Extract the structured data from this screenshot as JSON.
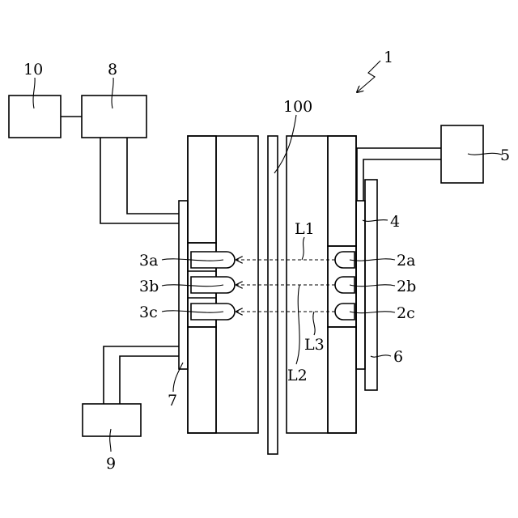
{
  "labels": {
    "device": "1",
    "emitter_a": "2a",
    "emitter_b": "2b",
    "emitter_c": "2c",
    "receiver_a": "3a",
    "receiver_b": "3b",
    "receiver_c": "3c",
    "board_right": "4",
    "unit_5": "5",
    "plate_6": "6",
    "board_left": "7",
    "unit_8": "8",
    "unit_9": "9",
    "unit_10": "10",
    "sheet": "100",
    "beam_1": "L1",
    "beam_2": "L2",
    "beam_3": "L3"
  }
}
